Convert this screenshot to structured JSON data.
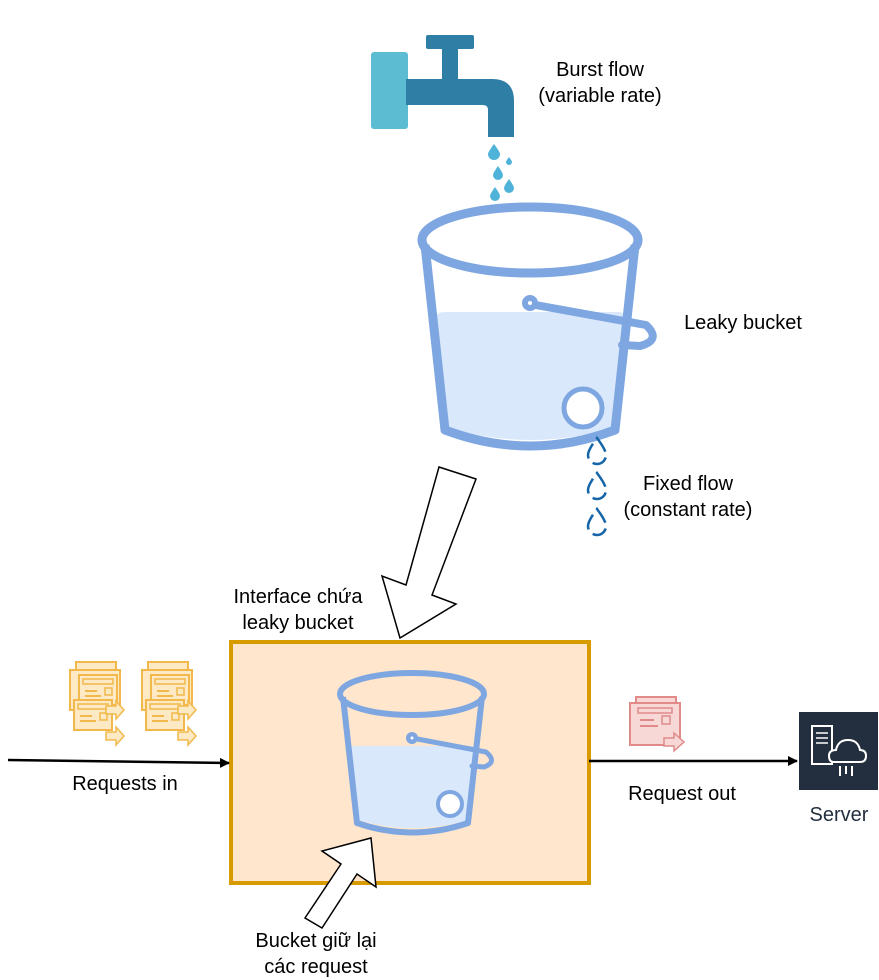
{
  "labels": {
    "burst_flow": [
      "Burst flow",
      "(variable rate)"
    ],
    "leaky_bucket": "Leaky bucket",
    "fixed_flow": [
      "Fixed flow",
      "(constant rate)"
    ],
    "interface": [
      "Interface chứa",
      "leaky bucket"
    ],
    "requests_in": "Requests in",
    "request_out": "Request out",
    "server": "Server",
    "bucket_hold": [
      "Bucket giữ lại",
      "các request"
    ]
  },
  "colors": {
    "faucet": "#2e7ea6",
    "faucet_handle": "#5bbcd2",
    "drops": "#4fb3d9",
    "bucket_stroke": "#7ea6e0",
    "water": "#dae8fc",
    "leak_drops": "#1565a8",
    "interface_fill": "#ffe6cc",
    "interface_border": "#d79b00",
    "request_icon": "#f2b84b",
    "request_out_icon": "#e08a8a",
    "server_bg": "#232f3e",
    "arrow_line": "#000000"
  },
  "icons": [
    "faucet-icon",
    "water-drop-icon",
    "bucket-icon",
    "request-envelope-icon",
    "server-icon",
    "big-arrow-icon"
  ]
}
